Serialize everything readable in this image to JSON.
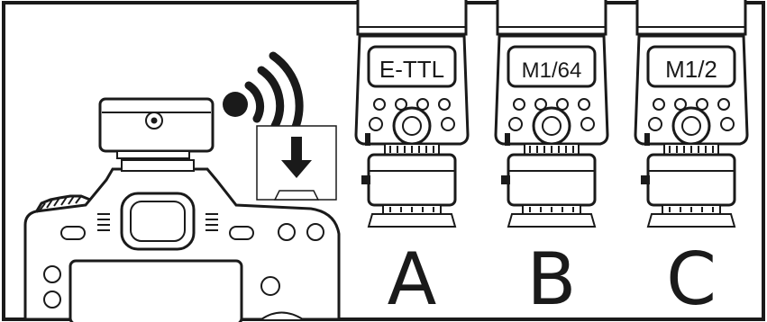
{
  "flash_units": [
    {
      "id": "A",
      "mode_display": "E-TTL"
    },
    {
      "id": "B",
      "mode_display": "M1/64"
    },
    {
      "id": "C",
      "mode_display": "M1/2"
    }
  ],
  "icons": {
    "signal": "wireless-signal-icon",
    "arrow": "down-arrow-icon"
  }
}
